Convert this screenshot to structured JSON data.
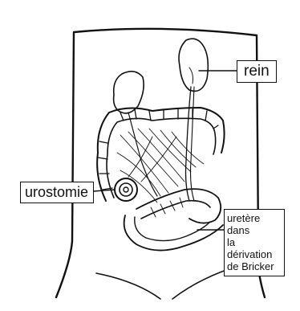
{
  "labels": {
    "rein": "rein",
    "urostomie": "urostomie",
    "ureter_line1": "uretère dans",
    "ureter_line2": "la dérivation",
    "ureter_line3": "de Bricker"
  },
  "colors": {
    "ink": "#111111",
    "background": "#ffffff"
  }
}
